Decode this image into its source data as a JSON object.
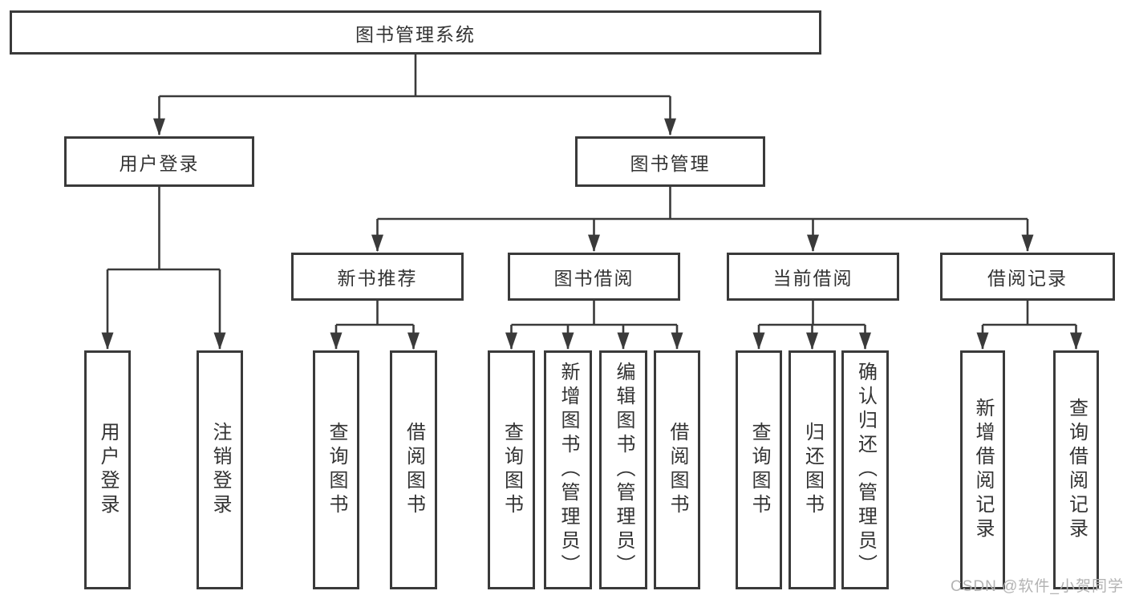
{
  "tree": {
    "label": "图书管理系统",
    "children": [
      {
        "label": "用户登录",
        "children": [
          {
            "label": "用户登录"
          },
          {
            "label": "注销登录"
          }
        ]
      },
      {
        "label": "图书管理",
        "children": [
          {
            "label": "新书推荐",
            "children": [
              {
                "label": "查询图书"
              },
              {
                "label": "借阅图书"
              }
            ]
          },
          {
            "label": "图书借阅",
            "children": [
              {
                "label": "查询图书"
              },
              {
                "label": "新增图书（管理员）"
              },
              {
                "label": "编辑图书（管理员）"
              },
              {
                "label": "借阅图书"
              }
            ]
          },
          {
            "label": "当前借阅",
            "children": [
              {
                "label": "查询图书"
              },
              {
                "label": "归还图书"
              },
              {
                "label": "确认归还（管理员）"
              }
            ]
          },
          {
            "label": "借阅记录",
            "children": [
              {
                "label": "新增借阅记录"
              },
              {
                "label": "查询借阅记录"
              }
            ]
          }
        ]
      }
    ]
  },
  "watermark": {
    "text": "CSDN @软件_小贺同学"
  },
  "colors": {
    "line": "#3a3a3a",
    "box_border": "#3a3a3a",
    "text": "#333333",
    "watermark": "#b3b3b3",
    "background": "#ffffff"
  }
}
